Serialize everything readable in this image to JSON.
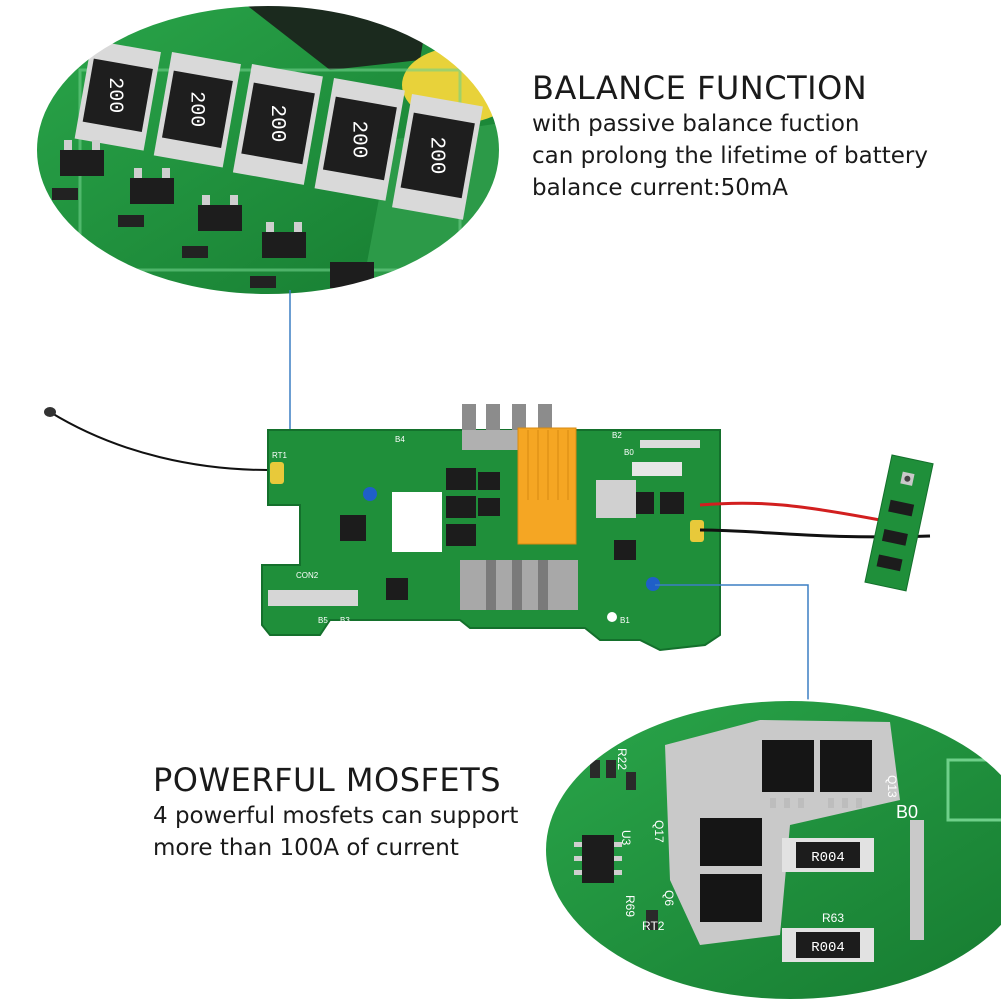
{
  "balance": {
    "title": "BALANCE FUNCTION",
    "lines": [
      "with passive balance fuction",
      "can prolong the lifetime of battery",
      "balance current:50mA"
    ]
  },
  "mosfets": {
    "title": "POWERFUL MOSFETS",
    "lines": [
      "4 powerful mosfets can support",
      "more than 100A of current"
    ]
  },
  "board": {
    "top_resistor_labels": [
      "200",
      "200",
      "200",
      "200",
      "200"
    ],
    "bottom_resistor_labels": [
      "R004",
      "R004"
    ],
    "silkscreen": [
      "B4",
      "B2",
      "B0",
      "B5",
      "B3",
      "B1",
      "RT1",
      "CON2",
      "Q13",
      "Q17",
      "Q6",
      "U3",
      "R63",
      "R69",
      "RT2",
      "R22"
    ]
  },
  "colors": {
    "pcb_green": "#1f8f3a",
    "pcb_dark": "#137a2d",
    "connector_orange": "#f5a623",
    "leader_line": "#3b7fc4",
    "text": "#1a1a1a"
  }
}
